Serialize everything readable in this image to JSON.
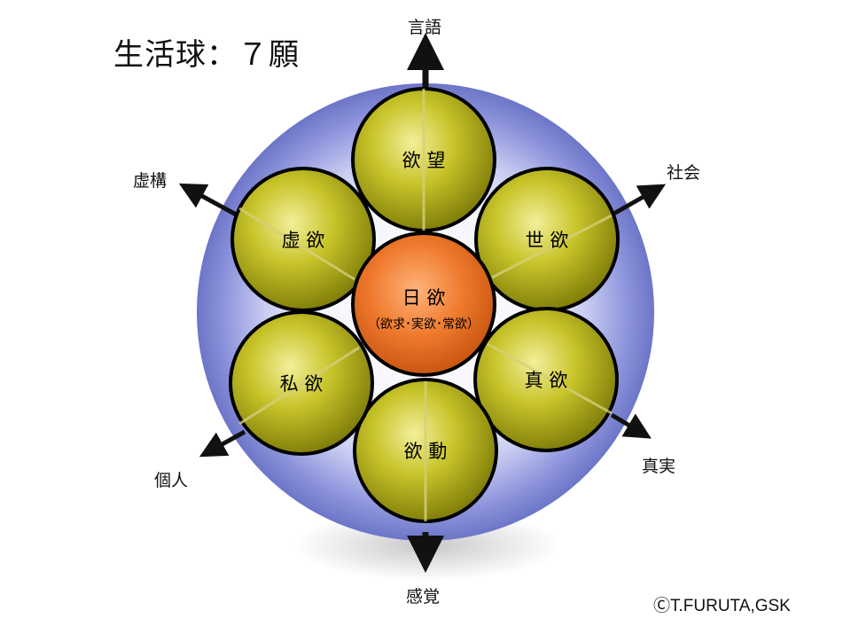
{
  "title": "生活球：７願",
  "copyright": "ⒸT.FURUTA,GSK",
  "axes": {
    "top": "言語",
    "top_right": "社会",
    "bottom_right": "真実",
    "bottom": "感覚",
    "bottom_left": "個人",
    "top_left": "虚構"
  },
  "center": {
    "label": "日 欲",
    "sublabel": "（欲求･実欲･常欲）",
    "color": "#e06a1e"
  },
  "petals": {
    "top": "欲 望",
    "top_right": "世 欲",
    "bottom_right": "真 欲",
    "bottom": "欲 動",
    "bottom_left": "私 欲",
    "top_left": "虚 欲",
    "color": "#9c9a10"
  },
  "sphere_color": "#7f86d6"
}
